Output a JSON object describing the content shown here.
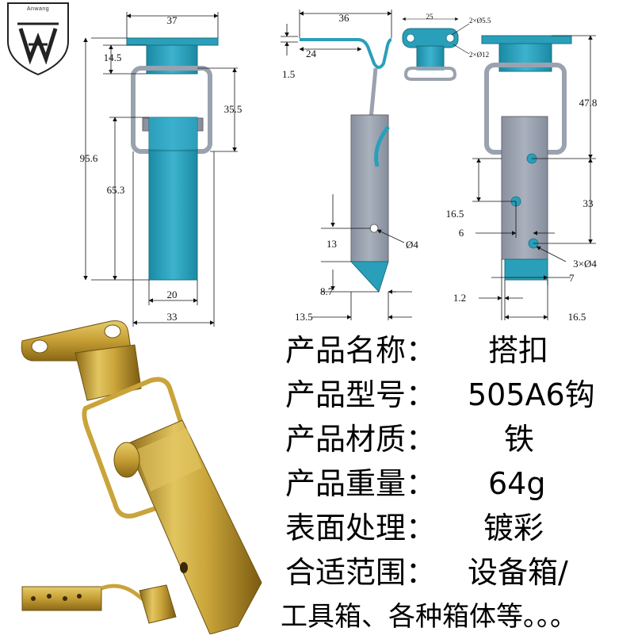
{
  "logo": {
    "text": "Anwang"
  },
  "dimensions": {
    "front": {
      "top_width": "37",
      "top_height": "14.5",
      "loop_height": "35.5",
      "total_height": "95.6",
      "body_height": "65.3",
      "body_width": "20",
      "overall_width": "33"
    },
    "side": {
      "top_length": "36",
      "offset": "24",
      "thickness": "1.5",
      "hole_height": "13",
      "hole_dia": "Ø4",
      "tip_height": "8.7",
      "tip_width": "13.5"
    },
    "detail": {
      "width": "25",
      "hole_spec_1": "2×Ø5.5",
      "hole_spec_2": "2×Ø12"
    },
    "back": {
      "top_height": "47.8",
      "spacing_1": "16.5",
      "spacing_2": "33",
      "offset": "6",
      "holes": "3×Ø4",
      "tab_width": "7",
      "edge": "1.2",
      "width": "16.5"
    }
  },
  "specs": [
    {
      "label": "产品名称：",
      "value": "搭扣"
    },
    {
      "label": "产品型号：",
      "value": "505A6钩"
    },
    {
      "label": "产品材质：",
      "value": "铁"
    },
    {
      "label": "产品重量：",
      "value": "64g"
    },
    {
      "label": "表面处理：",
      "value": "镀彩"
    },
    {
      "label": "合适范围：",
      "value": "设备箱/"
    },
    {
      "label": "",
      "value": "工具箱、各种箱体等。。。"
    }
  ],
  "colors": {
    "teal": "#1f8fa8",
    "teal_light": "#3aaecc",
    "gray": "#8a93a3",
    "gray_light": "#a9b0bd",
    "brass": "#c9a43a"
  }
}
